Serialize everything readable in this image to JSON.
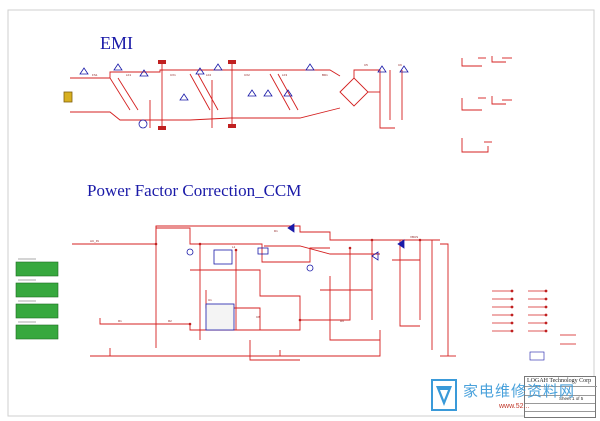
{
  "sections": {
    "emi_title": "EMI",
    "pfc_title": "Power Factor Correction_CCM"
  },
  "title_block": {
    "company": "LOGAH Technology Corp",
    "sheet": "Sheet 1 of 5"
  },
  "watermark": {
    "text": "家电维修资料网",
    "url": "www.52..."
  },
  "colors": {
    "wire": "#d42020",
    "component": "#1a1aa8",
    "label": "#8a1a1a",
    "green_box": "#2e9b36",
    "frame": "#c8c8c8"
  }
}
